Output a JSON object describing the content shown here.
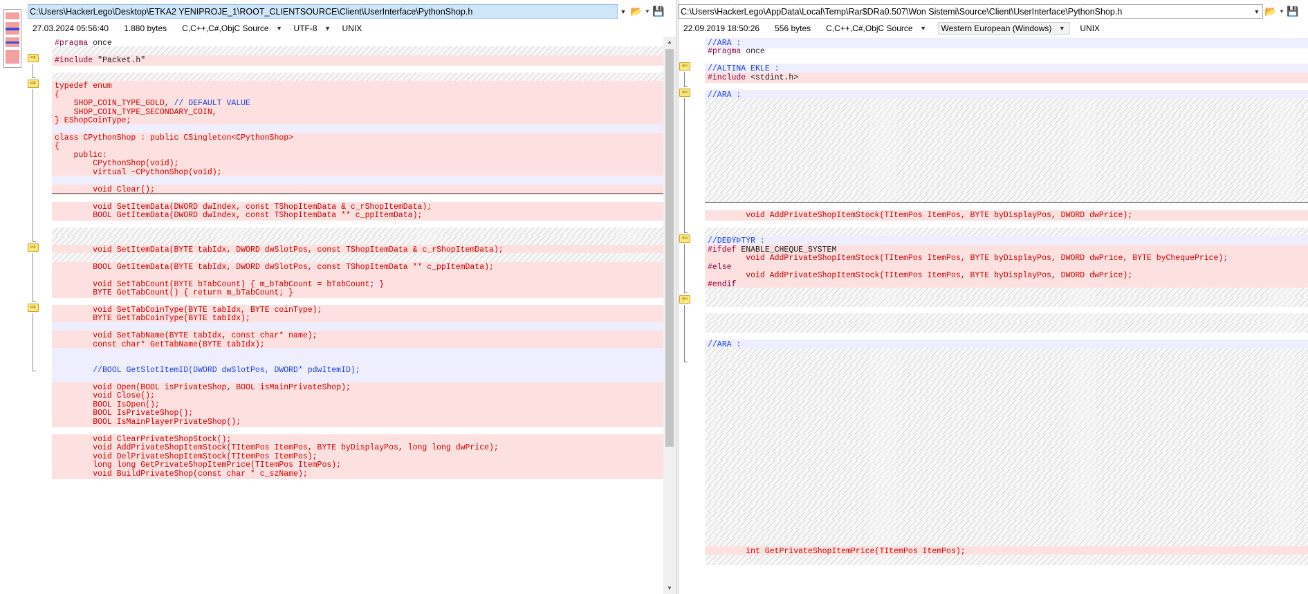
{
  "left": {
    "path": "C:\\Users\\HackerLego\\Desktop\\ETKA2 YENIPROJE_1\\ROOT_CLIENTSOURCE\\Client\\UserInterface\\PythonShop.h",
    "date": "27.03.2024 05:56:40",
    "size": "1.880 bytes",
    "syntax": "C,C++,C#,ObjC Source",
    "encoding": "UTF-8",
    "eol": "UNIX"
  },
  "right": {
    "path": "C:\\Users\\HackerLego\\AppData\\Local\\Temp\\Rar$DRa0.507\\Won Sistemi\\Source\\Client\\UserInterface\\PythonShop.h",
    "date": "22.09.2019 18:50:26",
    "size": "556 bytes",
    "syntax": "C,C++,C#,ObjC Source",
    "encoding": "Western European (Windows)",
    "eol": "UNIX"
  },
  "icons": {
    "dropdown": "chevron-down-icon",
    "folder": "folder-open-icon",
    "save": "save-icon",
    "diff_arrow": "arrow-right-icon"
  },
  "colors": {
    "diff_bg": "#fde1e1",
    "similar_bg": "#eeeeff",
    "keyword": "#c80000",
    "comment": "#1b3fd3",
    "path_selected": "#cde6f7"
  },
  "left_lines": [
    {
      "t": "#pragma once",
      "s": "p"
    },
    {
      "t": "",
      "s": "h"
    },
    {
      "t": "#include \"Packet.h\"",
      "s": "d"
    },
    {
      "t": "",
      "s": "p"
    },
    {
      "t": "",
      "s": "h"
    },
    {
      "t": "typedef enum",
      "s": "d"
    },
    {
      "t": "{",
      "s": "d"
    },
    {
      "t": "    SHOP_COIN_TYPE_GOLD, // DEFAULT VALUE",
      "s": "d"
    },
    {
      "t": "    SHOP_COIN_TYPE_SECONDARY_COIN,",
      "s": "d"
    },
    {
      "t": "} EShopCoinType;",
      "s": "d"
    },
    {
      "t": "",
      "s": "s"
    },
    {
      "t": "class CPythonShop : public CSingleton<CPythonShop>",
      "s": "d"
    },
    {
      "t": "{",
      "s": "d"
    },
    {
      "t": "    public:",
      "s": "d"
    },
    {
      "t": "        CPythonShop(void);",
      "s": "d"
    },
    {
      "t": "        virtual ~CPythonShop(void);",
      "s": "d"
    },
    {
      "t": "",
      "s": "s"
    },
    {
      "t": "        void Clear();",
      "s": "d"
    },
    {
      "t": "",
      "s": "c"
    },
    {
      "t": "        void SetItemData(DWORD dwIndex, const TShopItemData & c_rShopItemData);",
      "s": "d"
    },
    {
      "t": "        BOOL GetItemData(DWORD dwIndex, const TShopItemData ** c_ppItemData);",
      "s": "d"
    },
    {
      "t": "",
      "s": "p"
    },
    {
      "t": "",
      "s": "h"
    },
    {
      "t": "",
      "s": "h"
    },
    {
      "t": "        void SetItemData(BYTE tabIdx, DWORD dwSlotPos, const TShopItemData & c_rShopItemData);",
      "s": "d"
    },
    {
      "t": "",
      "s": "h"
    },
    {
      "t": "        BOOL GetItemData(BYTE tabIdx, DWORD dwSlotPos, const TShopItemData ** c_ppItemData);",
      "s": "d"
    },
    {
      "t": "",
      "s": "d"
    },
    {
      "t": "        void SetTabCount(BYTE bTabCount) { m_bTabCount = bTabCount; }",
      "s": "d"
    },
    {
      "t": "        BYTE GetTabCount() { return m_bTabCount; }",
      "s": "d"
    },
    {
      "t": "",
      "s": "p"
    },
    {
      "t": "        void SetTabCoinType(BYTE tabIdx, BYTE coinType);",
      "s": "d"
    },
    {
      "t": "        BYTE GetTabCoinType(BYTE tabIdx);",
      "s": "d"
    },
    {
      "t": "",
      "s": "s"
    },
    {
      "t": "        void SetTabName(BYTE tabIdx, const char* name);",
      "s": "d"
    },
    {
      "t": "        const char* GetTabName(BYTE tabIdx);",
      "s": "d"
    },
    {
      "t": "",
      "s": "s"
    },
    {
      "t": "",
      "s": "s"
    },
    {
      "t": "        //BOOL GetSlotItemID(DWORD dwSlotPos, DWORD* pdwItemID);",
      "s": "s"
    },
    {
      "t": "",
      "s": "s"
    },
    {
      "t": "        void Open(BOOL isPrivateShop, BOOL isMainPrivateShop);",
      "s": "d"
    },
    {
      "t": "        void Close();",
      "s": "d"
    },
    {
      "t": "        BOOL IsOpen();",
      "s": "d"
    },
    {
      "t": "        BOOL IsPrivateShop();",
      "s": "d"
    },
    {
      "t": "        BOOL IsMainPlayerPrivateShop();",
      "s": "d"
    },
    {
      "t": "",
      "s": "p"
    },
    {
      "t": "        void ClearPrivateShopStock();",
      "s": "d"
    },
    {
      "t": "        void AddPrivateShopItemStock(TItemPos ItemPos, BYTE byDisplayPos, long long dwPrice);",
      "s": "d"
    },
    {
      "t": "        void DelPrivateShopItemStock(TItemPos ItemPos);",
      "s": "d"
    },
    {
      "t": "        long long GetPrivateShopItemPrice(TItemPos ItemPos);",
      "s": "d"
    },
    {
      "t": "        void BuildPrivateShop(const char * c_szName);",
      "s": "d"
    }
  ],
  "right_lines": [
    {
      "t": "//ARA :",
      "s": "s"
    },
    {
      "t": "#pragma once",
      "s": "p"
    },
    {
      "t": "",
      "s": "p"
    },
    {
      "t": "//ALTINA EKLE :",
      "s": "s"
    },
    {
      "t": "#include <stdint.h>",
      "s": "d"
    },
    {
      "t": "",
      "s": "p"
    },
    {
      "t": "//ARA :",
      "s": "s"
    },
    {
      "t": "",
      "s": "h"
    },
    {
      "t": "",
      "s": "h"
    },
    {
      "t": "",
      "s": "h"
    },
    {
      "t": "",
      "s": "h"
    },
    {
      "t": "",
      "s": "h"
    },
    {
      "t": "",
      "s": "h"
    },
    {
      "t": "",
      "s": "h"
    },
    {
      "t": "",
      "s": "h"
    },
    {
      "t": "",
      "s": "h"
    },
    {
      "t": "",
      "s": "h"
    },
    {
      "t": "",
      "s": "h"
    },
    {
      "t": "",
      "s": "h"
    },
    {
      "t": "",
      "s": "c"
    },
    {
      "t": "        void AddPrivateShopItemStock(TItemPos ItemPos, BYTE byDisplayPos, DWORD dwPrice);",
      "s": "d"
    },
    {
      "t": "",
      "s": "p"
    },
    {
      "t": "",
      "s": "h"
    },
    {
      "t": "//DEĐÝÞTÝR :",
      "s": "s"
    },
    {
      "t": "#ifdef ENABLE_CHEQUE_SYSTEM",
      "s": "d"
    },
    {
      "t": "        void AddPrivateShopItemStock(TItemPos ItemPos, BYTE byDisplayPos, DWORD dwPrice, BYTE byChequePrice);",
      "s": "d"
    },
    {
      "t": "#else",
      "s": "d"
    },
    {
      "t": "        void AddPrivateShopItemStock(TItemPos ItemPos, BYTE byDisplayPos, DWORD dwPrice);",
      "s": "d"
    },
    {
      "t": "#endif",
      "s": "d"
    },
    {
      "t": "",
      "s": "h"
    },
    {
      "t": "",
      "s": "h"
    },
    {
      "t": "",
      "s": "p"
    },
    {
      "t": "",
      "s": "h"
    },
    {
      "t": "",
      "s": "h"
    },
    {
      "t": "",
      "s": "p"
    },
    {
      "t": "//ARA :",
      "s": "s"
    },
    {
      "t": "",
      "s": "h"
    },
    {
      "t": "",
      "s": "h"
    },
    {
      "t": "",
      "s": "h"
    },
    {
      "t": "",
      "s": "h"
    },
    {
      "t": "",
      "s": "h"
    },
    {
      "t": "",
      "s": "h"
    },
    {
      "t": "",
      "s": "h"
    },
    {
      "t": "",
      "s": "h"
    },
    {
      "t": "",
      "s": "h"
    },
    {
      "t": "",
      "s": "h"
    },
    {
      "t": "",
      "s": "h"
    },
    {
      "t": "",
      "s": "h"
    },
    {
      "t": "",
      "s": "h"
    },
    {
      "t": "",
      "s": "h"
    },
    {
      "t": "",
      "s": "h"
    },
    {
      "t": "",
      "s": "h"
    },
    {
      "t": "",
      "s": "h"
    },
    {
      "t": "",
      "s": "h"
    },
    {
      "t": "",
      "s": "h"
    },
    {
      "t": "",
      "s": "h"
    },
    {
      "t": "",
      "s": "h"
    },
    {
      "t": "",
      "s": "h"
    },
    {
      "t": "",
      "s": "h"
    },
    {
      "t": "        int GetPrivateShopItemPrice(TItemPos ItemPos);",
      "s": "d"
    },
    {
      "t": "",
      "s": "h"
    }
  ],
  "left_markers": [
    2,
    5,
    24,
    31
  ],
  "right_markers": [
    3,
    6,
    23,
    30
  ]
}
